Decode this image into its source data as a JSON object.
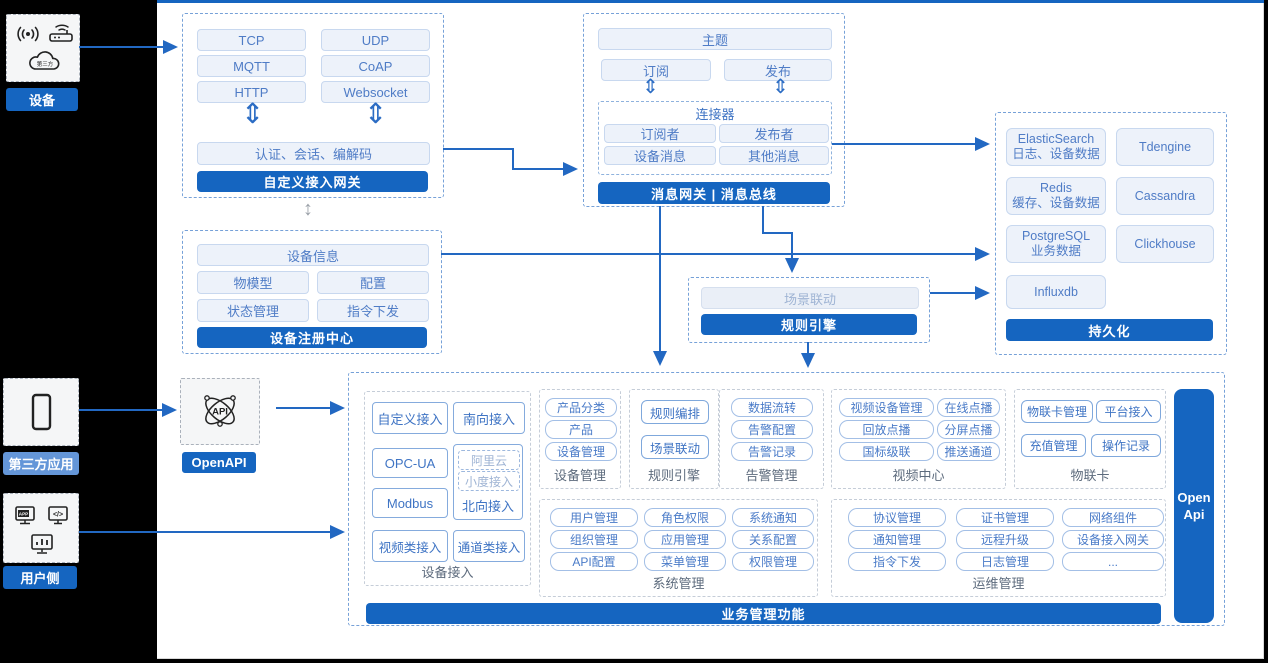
{
  "colors": {
    "accent": "#1565c0",
    "arrow": "#2268c2",
    "light_button_bg": "#edf2fa",
    "button_text": "#4a7bc8",
    "third_party_label_bg": "#6496d8"
  },
  "icons": {
    "double_arrow": "⇕",
    "double_arrow_small": "↕"
  },
  "left_rail": {
    "devices": {
      "label": "设备",
      "cloud_icon_text": "第三方"
    },
    "third_party": {
      "label": "第三方应用"
    },
    "user_side": {
      "label": "用户侧"
    }
  },
  "custom_gateway": {
    "protocols": [
      "TCP",
      "UDP",
      "MQTT",
      "CoAP",
      "HTTP",
      "Websocket"
    ],
    "session_layer": "认证、会话、编解码",
    "title": "自定义接入网关"
  },
  "message_bus": {
    "topic": "主题",
    "subscribe": "订阅",
    "publish": "发布",
    "connector_title": "连接器",
    "connector_items": [
      "订阅者",
      "发布者",
      "设备消息",
      "其他消息"
    ],
    "title": "消息网关 | 消息总线"
  },
  "persistence": {
    "title": "持久化",
    "stores": [
      {
        "name": "ElasticSearch",
        "sub": "日志、设备数据"
      },
      {
        "name": "Tdengine",
        "sub": ""
      },
      {
        "name": "Redis",
        "sub": "缓存、设备数据"
      },
      {
        "name": "Cassandra",
        "sub": ""
      },
      {
        "name": "PostgreSQL",
        "sub": "业务数据"
      },
      {
        "name": "Clickhouse",
        "sub": ""
      },
      {
        "name": "Influxdb",
        "sub": ""
      }
    ]
  },
  "registry": {
    "device_info": "设备信息",
    "items": [
      "物模型",
      "配置",
      "状态管理",
      "指令下发"
    ],
    "title": "设备注册中心"
  },
  "rule_engine_box": {
    "scene": "场景联动",
    "title": "规则引擎"
  },
  "openapi": {
    "label": "OpenAPI",
    "icon_text": "API"
  },
  "business": {
    "title": "业务管理功能",
    "open_api_line1": "Open",
    "open_api_line2": "Api",
    "device_access": {
      "label": "设备接入",
      "custom": "自定义接入",
      "south": "南向接入",
      "opcua": "OPC-UA",
      "modbus": "Modbus",
      "video": "视频类接入",
      "channel": "通道类接入",
      "north": {
        "label": "北向接入",
        "ali": "阿里云",
        "xiaodu": "小度接入"
      }
    },
    "device_mgmt": {
      "label": "设备管理",
      "items": [
        "产品分类",
        "产品",
        "设备管理"
      ]
    },
    "rule_engine": {
      "label": "规则引擎",
      "items": [
        "规则编排",
        "场景联动"
      ]
    },
    "alarm": {
      "label": "告警管理",
      "items": [
        "数据流转",
        "告警配置",
        "告警记录"
      ]
    },
    "video_center": {
      "label": "视频中心",
      "items": [
        "视频设备管理",
        "在线点播",
        "回放点播",
        "分屏点播",
        "国标级联",
        "推送通道"
      ]
    },
    "iot_card": {
      "label": "物联卡",
      "items": [
        "物联卡管理",
        "平台接入",
        "充值管理",
        "操作记录"
      ]
    },
    "system_mgmt": {
      "label": "系统管理",
      "items": [
        "用户管理",
        "角色权限",
        "系统通知",
        "组织管理",
        "应用管理",
        "关系配置",
        "API配置",
        "菜单管理",
        "权限管理"
      ]
    },
    "ops_mgmt": {
      "label": "运维管理",
      "items": [
        "协议管理",
        "证书管理",
        "网络组件",
        "通知管理",
        "远程升级",
        "设备接入网关",
        "指令下发",
        "日志管理",
        "..."
      ]
    }
  }
}
